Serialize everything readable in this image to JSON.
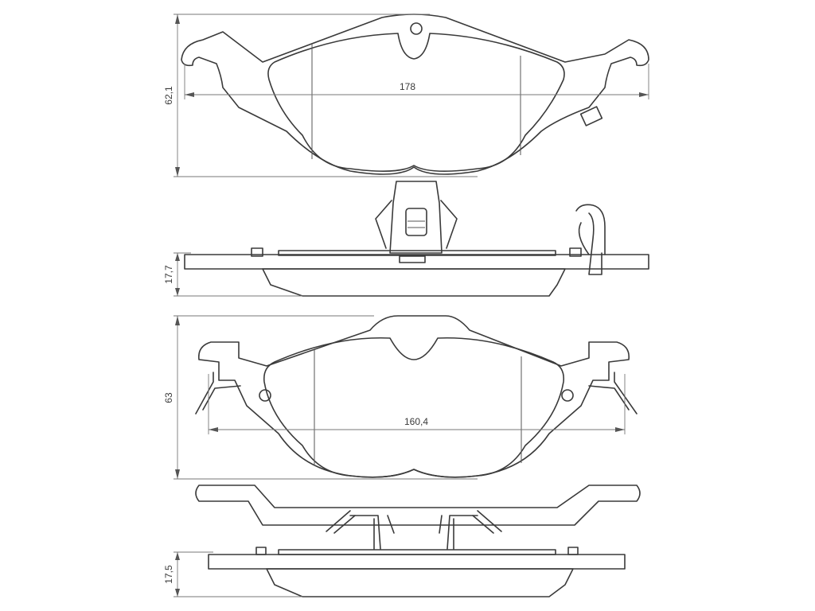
{
  "colors": {
    "line": "#3a3a3a",
    "dimension": "#777777",
    "background": "#ffffff"
  },
  "dimensions": {
    "pad1_height": "62,1",
    "pad1_width": "178",
    "pad1_thickness": "17,7",
    "pad2_height": "63",
    "pad2_width": "160,4",
    "pad2_thickness": "17,5"
  }
}
